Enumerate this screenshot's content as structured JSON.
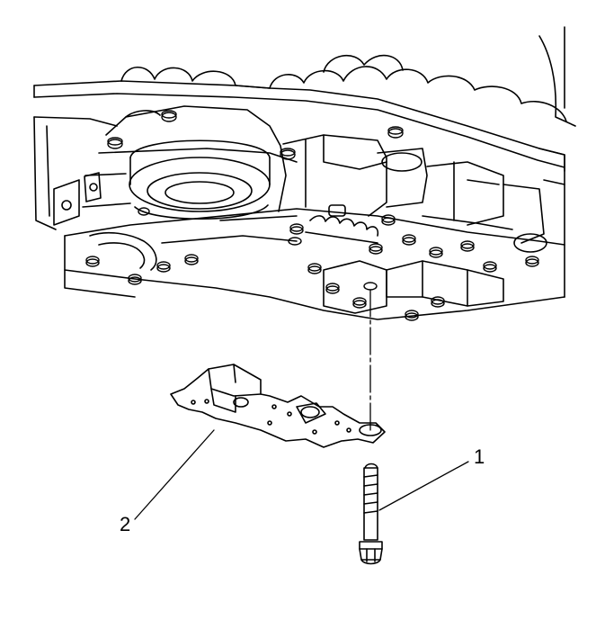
{
  "callouts": [
    {
      "number": "1",
      "label_text": "1"
    },
    {
      "number": "2",
      "label_text": "2"
    }
  ],
  "colors": {
    "line": "#000000",
    "background": "#ffffff"
  }
}
